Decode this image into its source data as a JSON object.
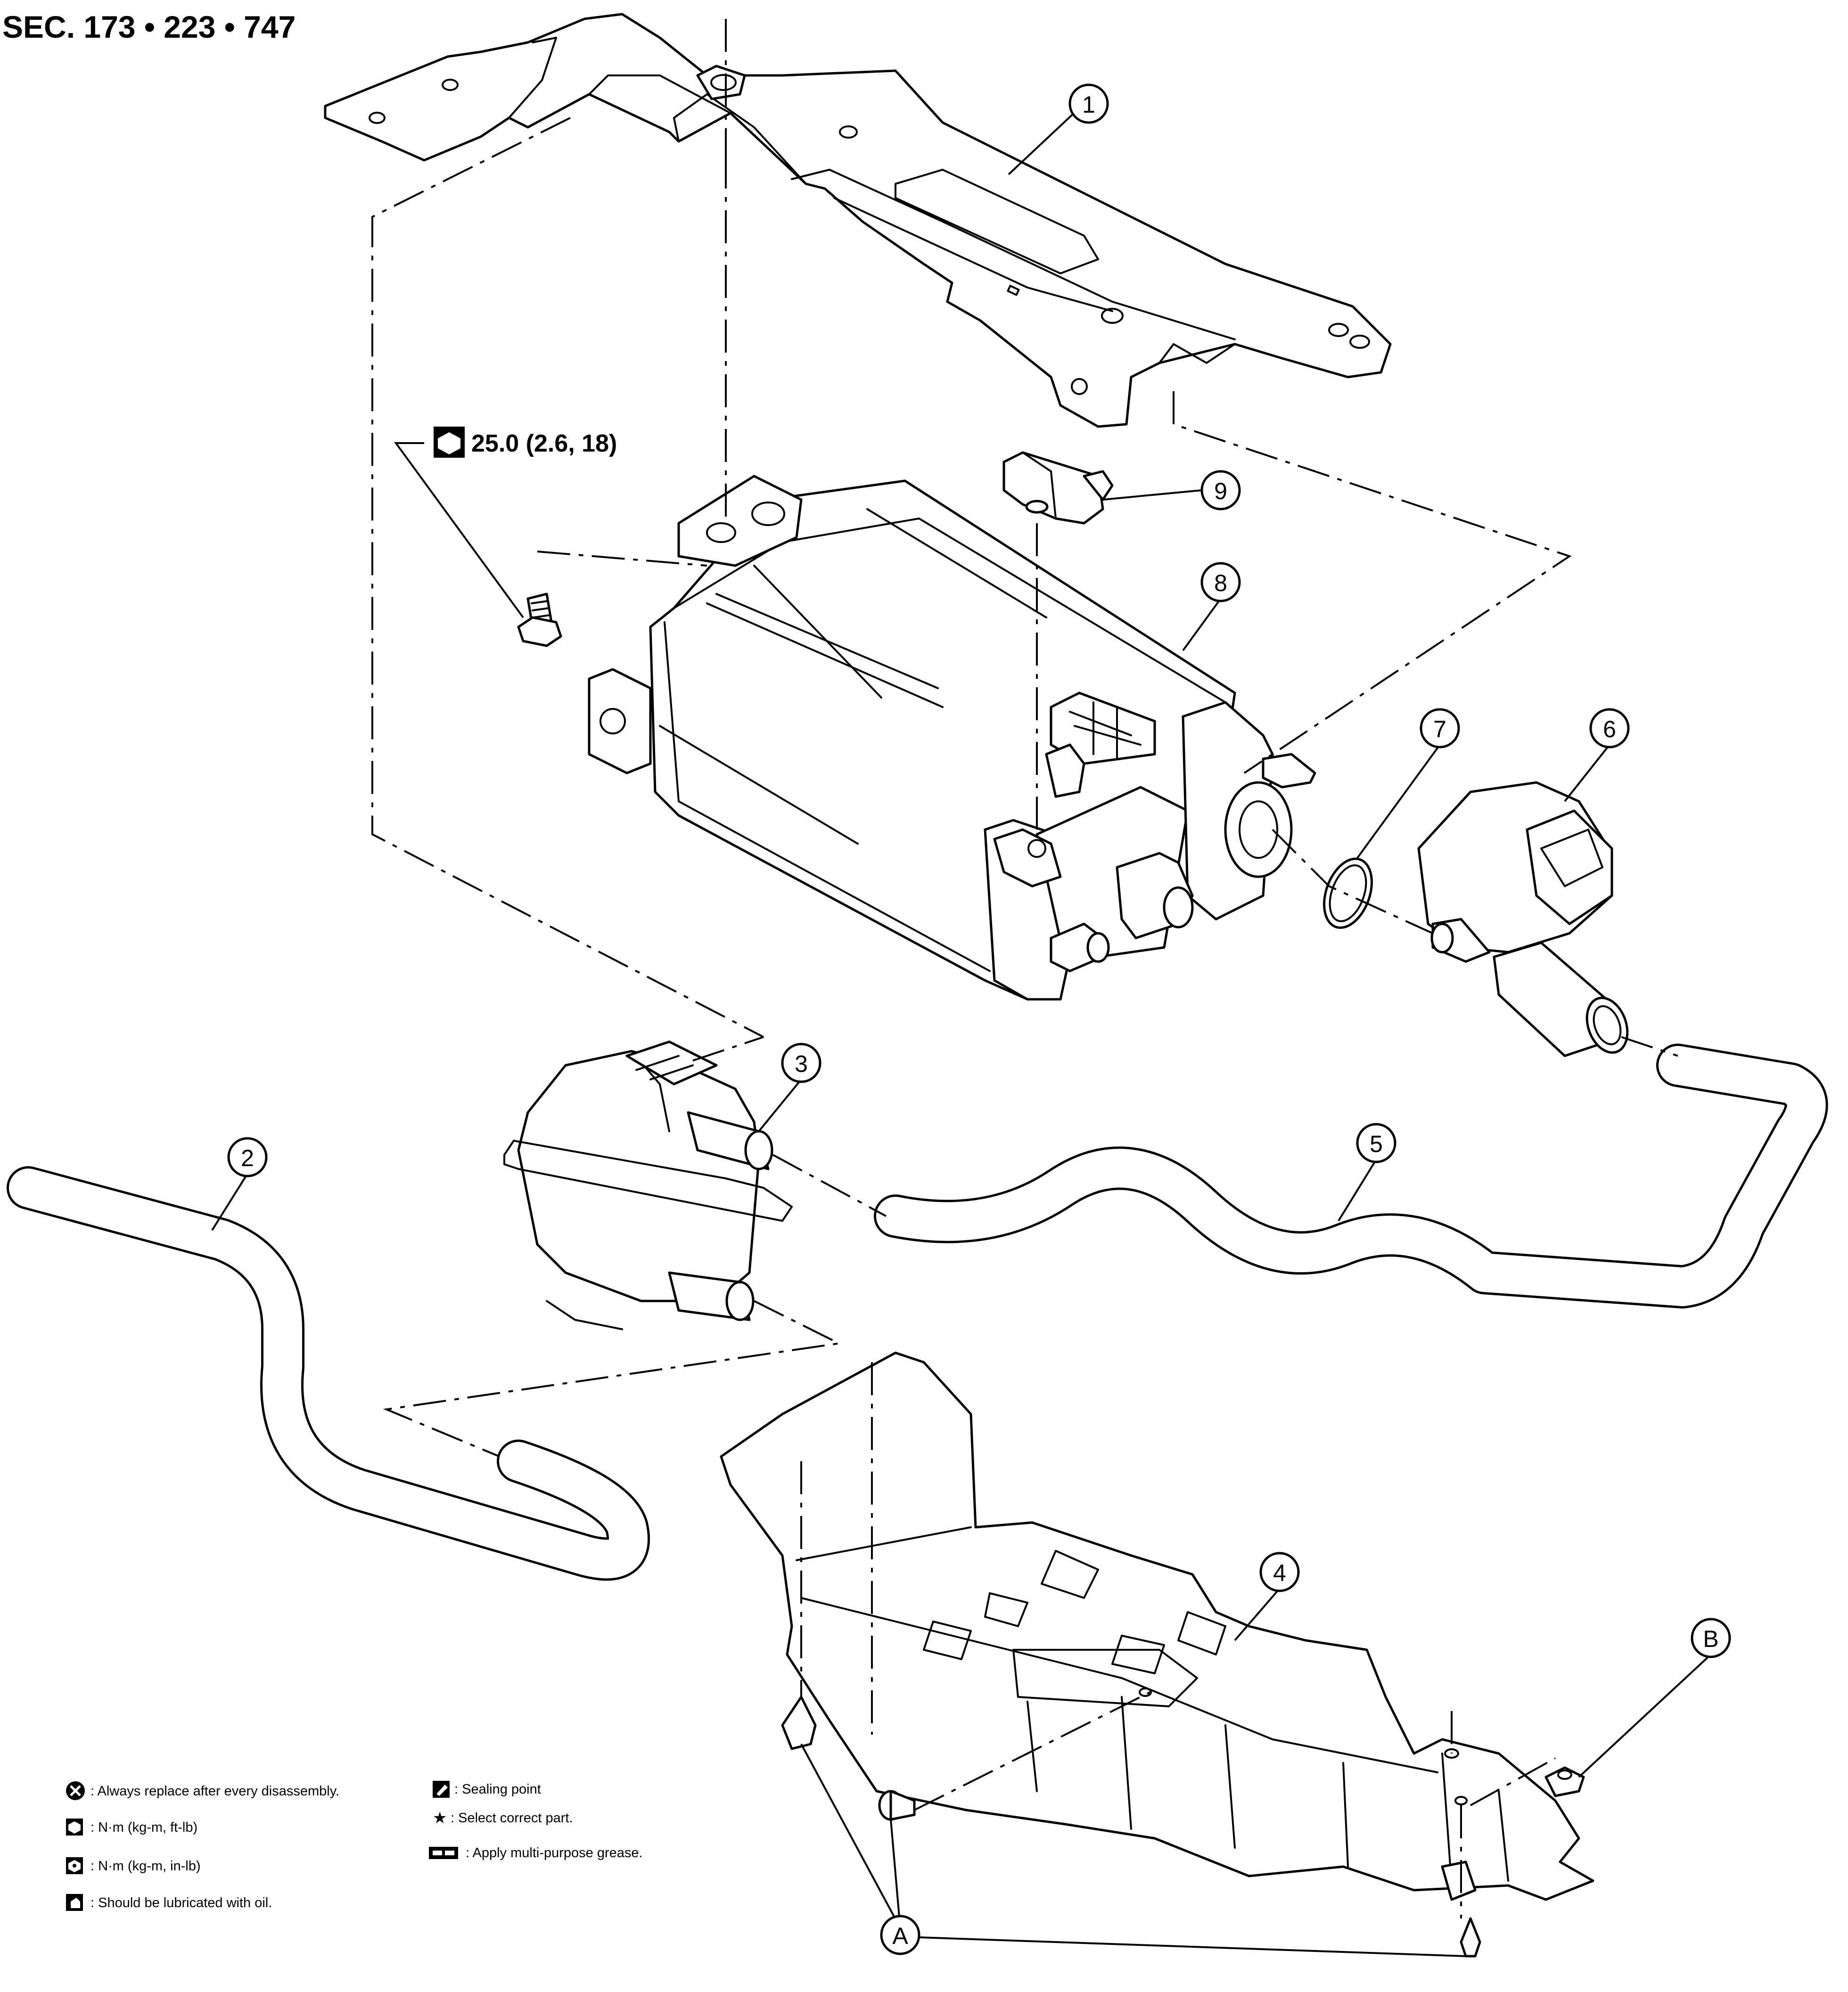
{
  "title": "SEC. 173 • 223 • 747",
  "torque": {
    "value": "25.0 (2.6, 18)",
    "icon": "torque-wrench-icon"
  },
  "callouts": [
    "1",
    "2",
    "3",
    "4",
    "5",
    "6",
    "7",
    "8",
    "9",
    "A",
    "B"
  ],
  "legend": {
    "always_replace": ": Always replace after every disassembly.",
    "nm_ft_lb": ": N·m (kg-m, ft-lb)",
    "nm_in_lb": ": N·m (kg-m, in-lb)",
    "lubricate_oil": ": Should be lubricated with oil.",
    "sealing_point": ": Sealing point",
    "select_part": ": Select correct part.",
    "grease": ": Apply multi-purpose grease."
  }
}
